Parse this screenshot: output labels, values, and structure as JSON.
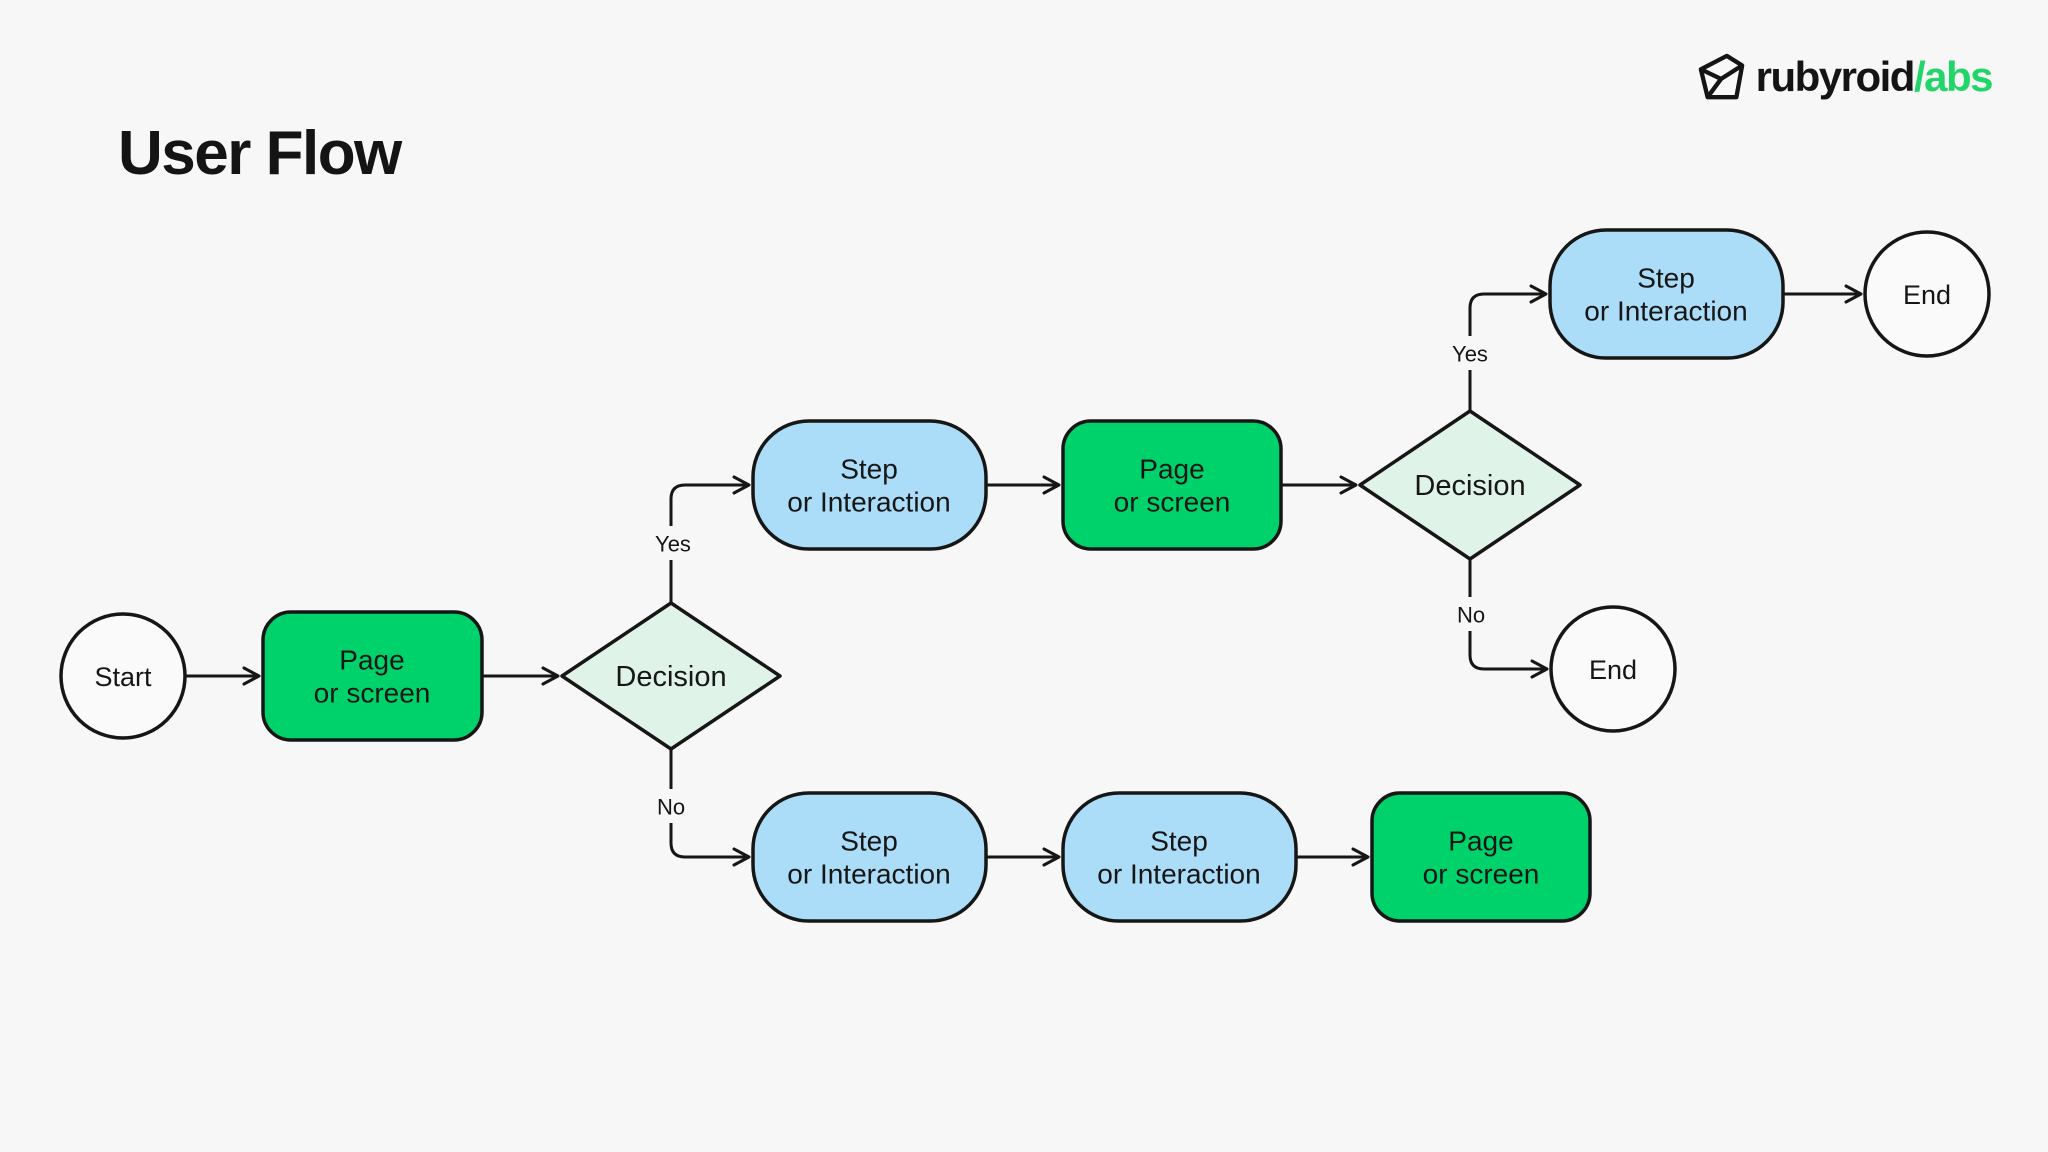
{
  "page": {
    "title": "User Flow",
    "background_color": "#f7f7f7"
  },
  "logo": {
    "brand_text": "rubyroid",
    "labs_text": "/abs",
    "icon": "gem-icon",
    "accent_color": "#21d569"
  },
  "palette": {
    "page_node_fill": "#00d26b",
    "step_node_fill": "#abdcf8",
    "decision_node_fill": "#e0f3e8",
    "terminator_fill": "#fafafa",
    "stroke_color": "#161616"
  },
  "diagram": {
    "nodes": {
      "start": {
        "type": "terminator",
        "label": "Start"
      },
      "page_1": {
        "type": "page",
        "line1": "Page",
        "line2": "or screen"
      },
      "decision_1": {
        "type": "decision",
        "label": "Decision"
      },
      "step_top_mid": {
        "type": "step",
        "line1": "Step",
        "line2": "or Interaction"
      },
      "page_2": {
        "type": "page",
        "line1": "Page",
        "line2": "or screen"
      },
      "decision_2": {
        "type": "decision",
        "label": "Decision"
      },
      "step_top_right": {
        "type": "step",
        "line1": "Step",
        "line2": "or Interaction"
      },
      "end_top": {
        "type": "terminator",
        "label": "End"
      },
      "end_middle": {
        "type": "terminator",
        "label": "End"
      },
      "step_bottom_1": {
        "type": "step",
        "line1": "Step",
        "line2": "or Interaction"
      },
      "step_bottom_2": {
        "type": "step",
        "line1": "Step",
        "line2": "or Interaction"
      },
      "page_3": {
        "type": "page",
        "line1": "Page",
        "line2": "or screen"
      }
    },
    "edges": [
      {
        "from": "start",
        "to": "page_1",
        "label": ""
      },
      {
        "from": "page_1",
        "to": "decision_1",
        "label": ""
      },
      {
        "from": "decision_1",
        "to": "step_top_mid",
        "label": "Yes"
      },
      {
        "from": "step_top_mid",
        "to": "page_2",
        "label": ""
      },
      {
        "from": "page_2",
        "to": "decision_2",
        "label": ""
      },
      {
        "from": "decision_2",
        "to": "step_top_right",
        "label": "Yes"
      },
      {
        "from": "step_top_right",
        "to": "end_top",
        "label": ""
      },
      {
        "from": "decision_2",
        "to": "end_middle",
        "label": "No"
      },
      {
        "from": "decision_1",
        "to": "step_bottom_1",
        "label": "No"
      },
      {
        "from": "step_bottom_1",
        "to": "step_bottom_2",
        "label": ""
      },
      {
        "from": "step_bottom_2",
        "to": "page_3",
        "label": ""
      }
    ]
  }
}
